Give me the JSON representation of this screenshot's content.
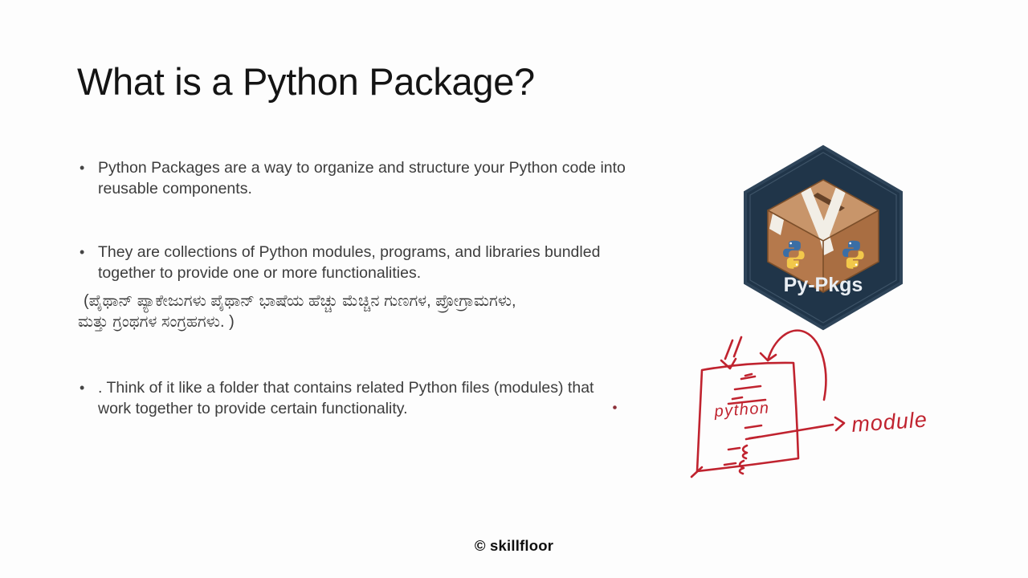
{
  "slide": {
    "title": "What is a Python Package?",
    "bullet_glyph": "•",
    "bullets": [
      {
        "lines": [
          "Python Packages are a way to organize and structure your Python code into",
          "reusable components."
        ]
      },
      {
        "lines": [
          "They are collections of Python modules, programs, and libraries bundled",
          "together to provide one or more functionalities."
        ]
      },
      {
        "lines": [
          ". Think of it like a folder that contains related Python files (modules) that",
          "work together to provide certain functionality."
        ]
      }
    ],
    "kannada_note_lines": [
      "(ಪೈಥಾನ್ ಪ್ಯಾಕೇಜುಗಳು ಪೈಥಾನ್ ಭಾಷೆಯ ಹೆಚ್ಚು ಮೆಚ್ಚಿನ ಗುಣಗಳ, ಪ್ರೋಗ್ರಾಮಗಳು,",
      "ಮತ್ತು ಗ್ರಂಥಗಳ ಸಂಗ್ರಹಗಳು. )"
    ],
    "footer_brand": "© skillfloor"
  },
  "badge": {
    "label": "Py-Pkgs",
    "colors": {
      "hexagon_fill": "#203549",
      "hexagon_edge": "#2e4459",
      "hexagon_inner_line": "#51677c",
      "box_top": "#c8956a",
      "box_left": "#b5794c",
      "box_right": "#a96e42",
      "box_edge": "#7c4f2a",
      "tape": "#f2eee6",
      "python_blue": "#3a6ea5",
      "python_yellow": "#f2c84b",
      "label_color": "#e9eef3"
    }
  },
  "annotation": {
    "ink_color": "#c0232f",
    "dot_color": "#8c2f38",
    "package_word": "python",
    "module_word": "module"
  }
}
